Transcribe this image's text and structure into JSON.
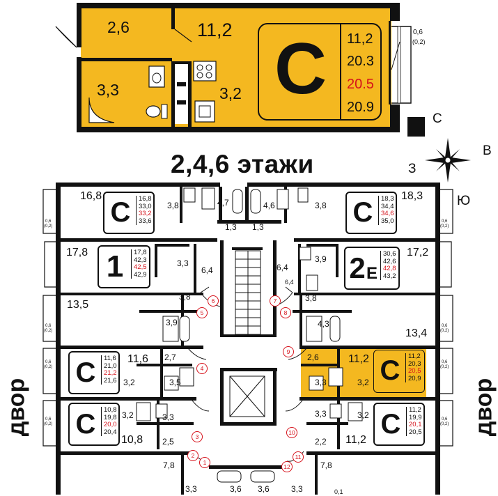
{
  "top_unit": {
    "areas": {
      "hall": "2,6",
      "room": "11,2",
      "bath": "3,3",
      "kitchen": "3,2",
      "balcony_top": "0,6",
      "balcony_bottom": "(0,2)"
    },
    "badge": {
      "letter": "С",
      "v1": "11,2",
      "v2": "20.3",
      "v3": "20.5",
      "v4": "20.9"
    }
  },
  "floors_title": "2,4,6 этажи",
  "compass": {
    "north": "С",
    "east": "В",
    "west": "З",
    "south": "Ю"
  },
  "yard_left": "двор",
  "yard_right": "двор",
  "units": [
    {
      "id": "tl",
      "letter": "С",
      "area_label": "16,8",
      "values": [
        "16,8",
        "33,0",
        "33,2",
        "33,6"
      ]
    },
    {
      "id": "tr",
      "letter": "С",
      "area_label": "18,3",
      "values": [
        "18,3",
        "34,4",
        "34,6",
        "35,0"
      ]
    },
    {
      "id": "ml1",
      "letter": "1",
      "area_label": "17,8",
      "values": [
        "17,8",
        "42,3",
        "42,5",
        "42,9"
      ]
    },
    {
      "id": "mr2",
      "letter": "2",
      "letter_sub": "Е",
      "area_label": "17,2",
      "values": [
        "30,6",
        "42,6",
        "42,8",
        "43,2"
      ]
    },
    {
      "id": "l3",
      "letter": "С",
      "area_label": "11,6",
      "values": [
        "11,6",
        "21,0",
        "21,2",
        "21,6"
      ]
    },
    {
      "id": "r3",
      "letter": "С",
      "area_label": "11,2",
      "values": [
        "11,2",
        "20,3",
        "20,5",
        "20,9"
      ]
    },
    {
      "id": "l4",
      "letter": "С",
      "area_label": "10,8",
      "values": [
        "10,8",
        "19,8",
        "20,0",
        "20,4"
      ]
    },
    {
      "id": "r4",
      "letter": "С",
      "area_label": "11,2",
      "values": [
        "11,2",
        "19,9",
        "20,1",
        "20,5"
      ]
    }
  ],
  "room_labels": {
    "a38l": "3,8",
    "a47": "4,7",
    "a13l": "1,3",
    "a46": "4,6",
    "a13r": "1,3",
    "a38r": "3,8",
    "a33a": "3,3",
    "a64l": "6,4",
    "a64r": "6,4",
    "a64s": "6,4",
    "a39r": "3,9",
    "a135": "13,5",
    "a38m": "3,8",
    "a39": "3,9",
    "a38n": "3,8",
    "a43": "4,3",
    "a134": "13,4",
    "a27": "2,7",
    "a32a": "3,2",
    "a35": "3,5",
    "a26": "2,6",
    "a33b": "3,3",
    "a32b": "3,2",
    "a32c": "3,2",
    "a33c": "3,3",
    "a25": "2,5",
    "a33d": "3,3",
    "a32d": "3,2",
    "a22": "2,2",
    "a78l": "7,8",
    "a78r": "7,8",
    "a33e": "3,3",
    "a36a": "3,6",
    "a36b": "3,6",
    "a33f": "3,3",
    "a01": "0,1"
  },
  "door_numbers": [
    "1",
    "2",
    "3",
    "4",
    "5",
    "6",
    "7",
    "8",
    "9",
    "10",
    "11",
    "12"
  ],
  "balcony_tags": [
    {
      "id": "b1",
      "top": "0,6",
      "bottom": "(0,2)"
    },
    {
      "id": "b2",
      "top": "0,6",
      "bottom": "(0,2)"
    },
    {
      "id": "b3",
      "top": "0,6",
      "bottom": "(0,2)"
    },
    {
      "id": "b4",
      "top": "0,6",
      "bottom": "(0,2)"
    },
    {
      "id": "b5",
      "top": "0,6",
      "bottom": "(0,2)"
    },
    {
      "id": "b6",
      "top": "0,6",
      "bottom": "(0,2)"
    },
    {
      "id": "b7",
      "top": "0,6",
      "bottom": "(0,2)"
    },
    {
      "id": "b8",
      "top": "0,6",
      "bottom": "(0,2)"
    }
  ],
  "colors": {
    "highlight": "#f4b820",
    "accent_red": "#d6121b",
    "wall": "#111111"
  }
}
